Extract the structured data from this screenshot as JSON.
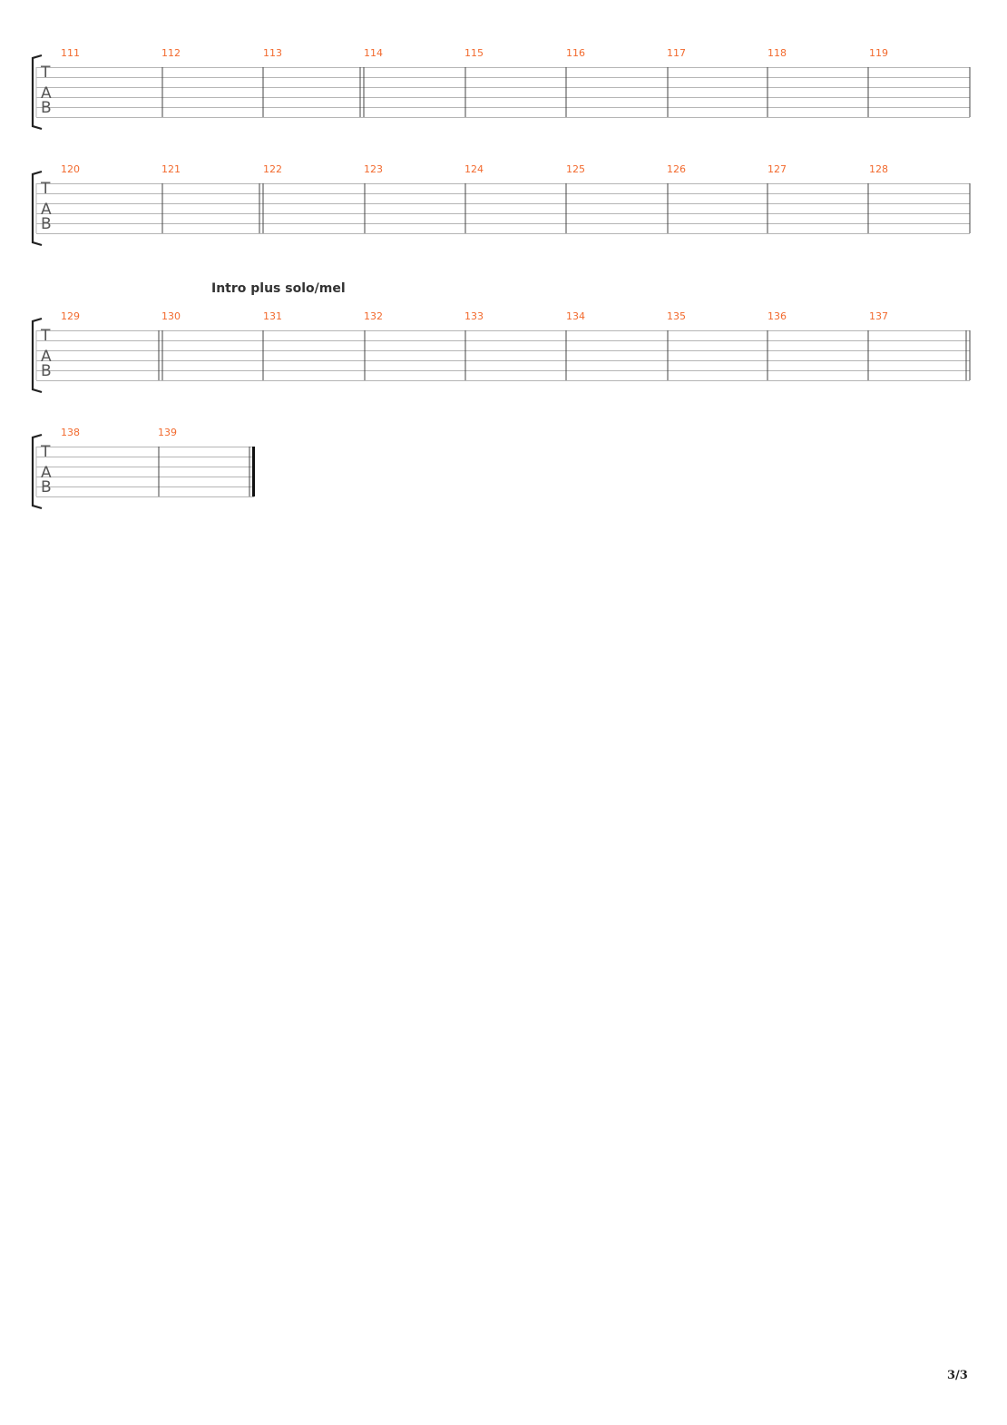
{
  "systems": [
    {
      "tab_letters": [
        "T",
        "A",
        "B"
      ],
      "measures": [
        "111",
        "112",
        "113",
        "114",
        "115",
        "116",
        "117",
        "118",
        "119"
      ],
      "section_label": ""
    },
    {
      "tab_letters": [
        "T",
        "A",
        "B"
      ],
      "measures": [
        "120",
        "121",
        "122",
        "123",
        "124",
        "125",
        "126",
        "127",
        "128"
      ],
      "section_label": ""
    },
    {
      "tab_letters": [
        "T",
        "A",
        "B"
      ],
      "measures": [
        "129",
        "130",
        "131",
        "132",
        "133",
        "134",
        "135",
        "136",
        "137"
      ],
      "section_label": "Intro plus solo/mel"
    },
    {
      "tab_letters": [
        "T",
        "A",
        "B"
      ],
      "measures": [
        "138",
        "139"
      ],
      "section_label": ""
    }
  ],
  "colors": {
    "measure_number": "#f26a2e",
    "staff_line": "#b5b5b5",
    "barline": "#444444",
    "bracket": "#222222"
  },
  "footer": {
    "page_number": "3/3"
  }
}
